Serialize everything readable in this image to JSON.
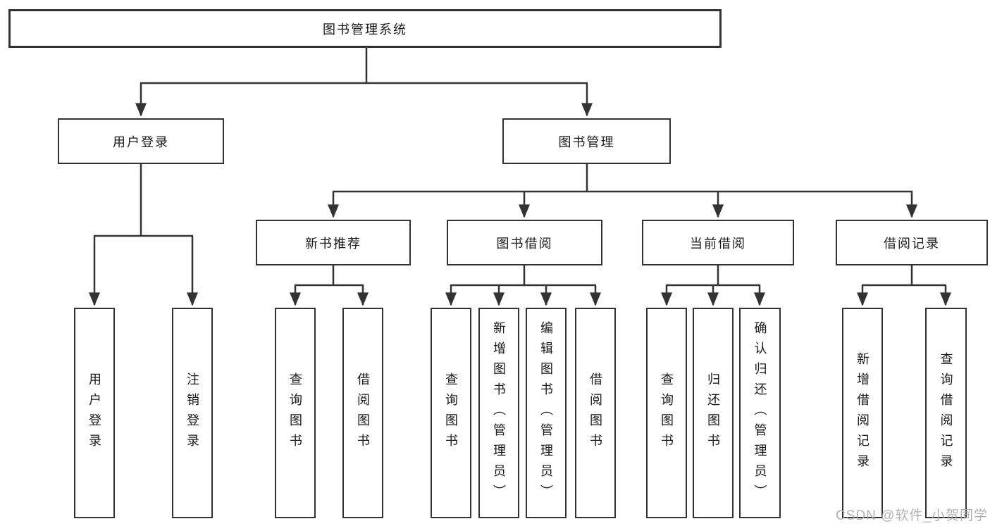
{
  "diagram": {
    "title": "图书管理系统",
    "level2": [
      {
        "label": "用户登录"
      },
      {
        "label": "图书管理"
      }
    ],
    "level3": [
      {
        "label": "新书推荐"
      },
      {
        "label": "图书借阅"
      },
      {
        "label": "当前借阅"
      },
      {
        "label": "借阅记录"
      }
    ],
    "leaves": [
      {
        "label": "用户登录"
      },
      {
        "label": "注销登录"
      },
      {
        "label": "查询图书"
      },
      {
        "label": "借阅图书"
      },
      {
        "label": "查询图书"
      },
      {
        "label": "新增图书（管理员）"
      },
      {
        "label": "编辑图书（管理员）"
      },
      {
        "label": "借阅图书"
      },
      {
        "label": "查询图书"
      },
      {
        "label": "归还图书"
      },
      {
        "label": "确认归还（管理员）"
      },
      {
        "label": "新增借阅记录"
      },
      {
        "label": "查询借阅记录"
      }
    ]
  },
  "colors": {
    "line": "#333333",
    "background": "#ffffff",
    "watermark": "#aaaaaa"
  },
  "watermark": {
    "text": "CSDN @软件_小贺同学"
  }
}
